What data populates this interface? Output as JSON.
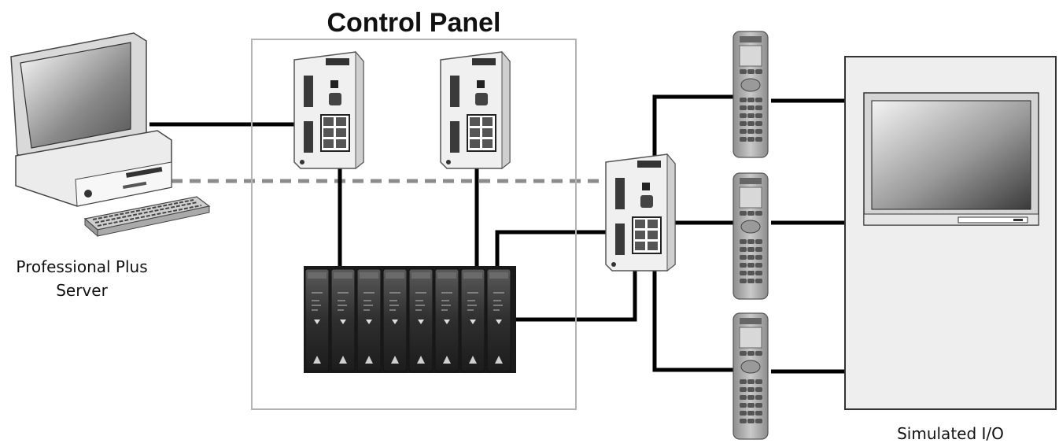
{
  "diagram": {
    "title": "Control Panel",
    "workstation": {
      "label_line1": "Professional Plus",
      "label_line2": "Server"
    },
    "simulated_io": {
      "label": "Simulated I/O"
    },
    "colors": {
      "solid_link": "#000000",
      "dashed_link": "#8c8c8c",
      "panel_border": "#b4b4b4",
      "cabinet_fill": "#eeeeee"
    }
  }
}
